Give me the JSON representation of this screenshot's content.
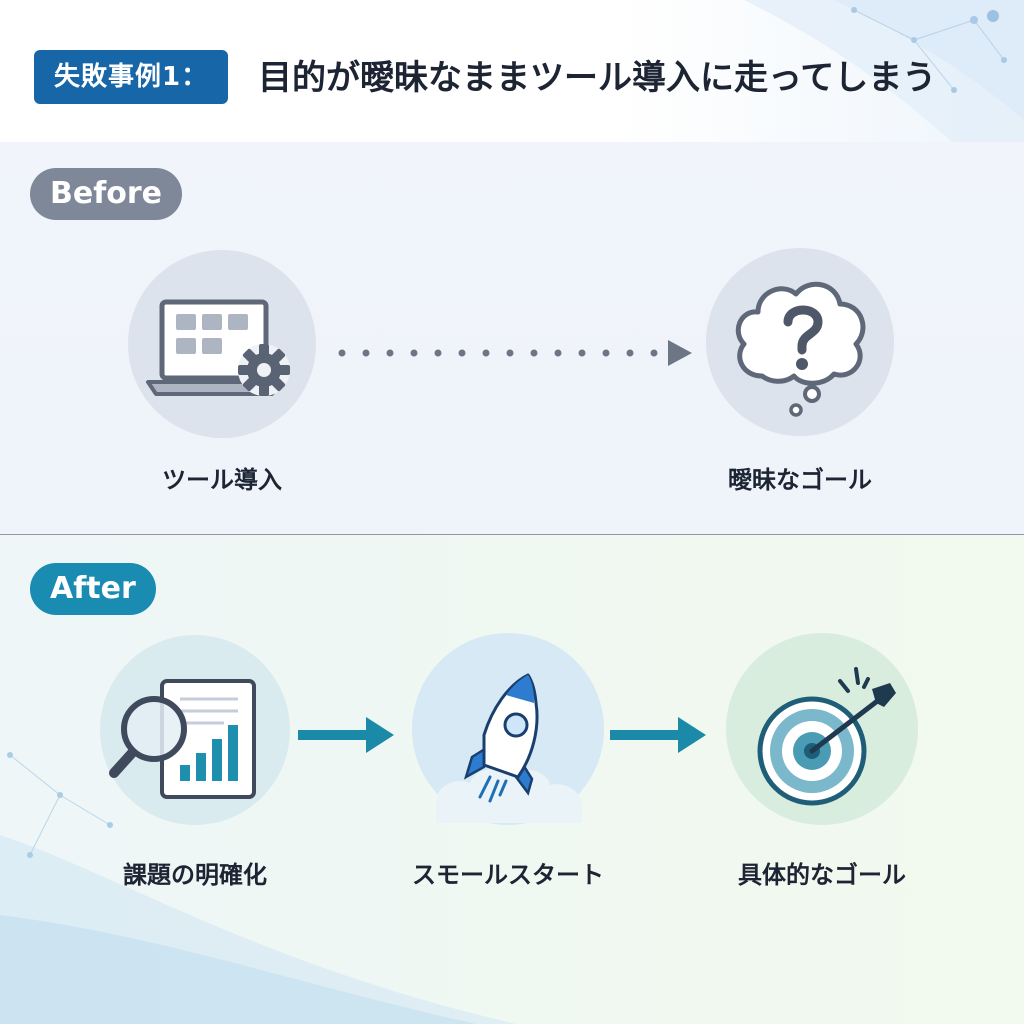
{
  "header": {
    "tag": "失敗事例1：",
    "headline": "目的が曖昧なままツール導入に走ってしまう"
  },
  "before": {
    "pill": "Before",
    "steps": [
      {
        "label": "ツール導入",
        "icon": "laptop-gear-icon"
      },
      {
        "label": "曖昧なゴール",
        "icon": "question-cloud-icon"
      }
    ],
    "connector": "dotted-arrow"
  },
  "after": {
    "pill": "After",
    "steps": [
      {
        "label": "課題の明確化",
        "icon": "magnifier-chart-icon"
      },
      {
        "label": "スモールスタート",
        "icon": "rocket-icon"
      },
      {
        "label": "具体的なゴール",
        "icon": "target-icon"
      }
    ],
    "connector": "solid-arrow"
  },
  "colors": {
    "tag_bg": "#1766a8",
    "before_pill": "#7f8899",
    "after_pill": "#1a8cb2",
    "arrow_after": "#1a8aa8",
    "arrow_before": "#6d7685"
  }
}
